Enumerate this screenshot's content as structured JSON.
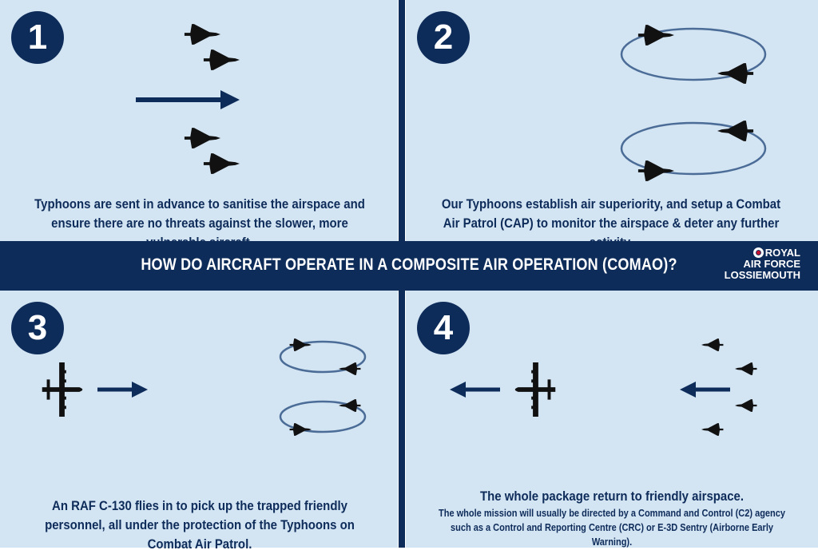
{
  "title": "HOW DO AIRCRAFT OPERATE IN A COMPOSITE AIR OPERATION (COMAO)?",
  "logo": {
    "line1": "ROYAL",
    "line2": "AIR FORCE",
    "line3": "LOSSIEMOUTH"
  },
  "colors": {
    "navy": "#0e2c5a",
    "panel": "#d3e4f3",
    "orbit": "#4a6c96"
  },
  "steps": [
    {
      "number": "1",
      "caption": "Typhoons are sent in advance to sanitise the airspace and ensure there are no threats against the slower, more vulnerable aircraft."
    },
    {
      "number": "2",
      "caption": "Our Typhoons establish air superiority, and setup a Combat Air Patrol (CAP) to monitor the airspace & deter any further activity."
    },
    {
      "number": "3",
      "caption": "An RAF C-130 flies in to pick up the trapped friendly personnel, all under the protection of the Typhoons on Combat Air Patrol."
    },
    {
      "number": "4",
      "caption": "The whole package return to friendly airspace.",
      "subcaption": "The whole mission will usually be directed by a Command and Control (C2) agency such as a Control and Reporting Centre (CRC) or E-3D Sentry (Airborne Early Warning)."
    }
  ]
}
